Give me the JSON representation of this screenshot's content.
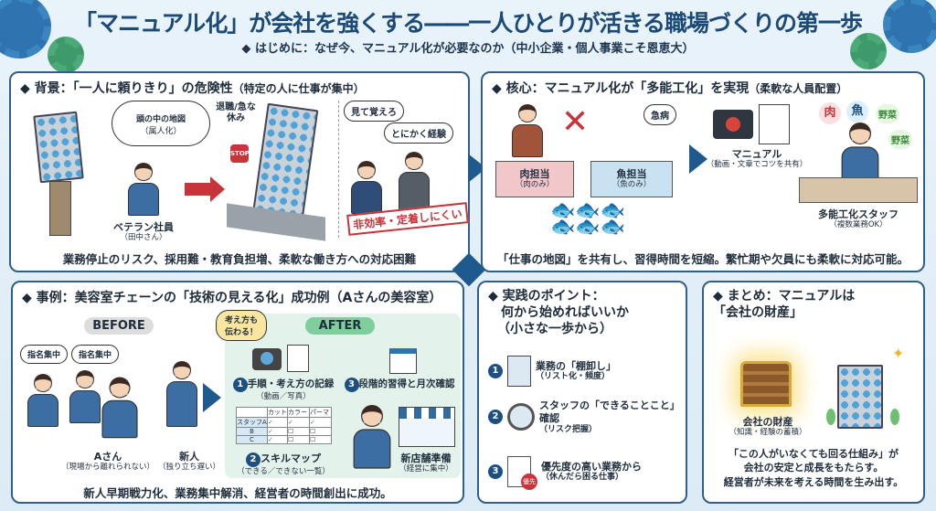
{
  "header": {
    "title": "「マニュアル化」が会社を強くする――一人ひとりが活きる職場づくりの第一歩",
    "subtitle": "◆ はじめに：なぜ今、マニュアル化が必要なのか（中小企業・個人事業こそ恩恵大）"
  },
  "background": {
    "heading": "◆ 背景：「一人に頼りきり」の危険性",
    "heading_note": "（特定の人に仕事が集中）",
    "map_thought": "頭の中の地図",
    "map_note": "（属人化）",
    "veteran": "ベテラン社員",
    "veteran_note": "（田中さん）",
    "leave": "退職/急な休み",
    "stop": "STOP",
    "speech1": "見て覚えろ",
    "speech2": "とにかく経験",
    "stamp": "非効率・定着しにくい",
    "footer": "業務停止のリスク、採用難・教育負担増、柔軟な働き方への対応困難"
  },
  "core": {
    "heading": "◆ 核心：マニュアル化が「多能工化」を実現",
    "heading_note": "（柔軟な人員配置）",
    "meat": "肉担当",
    "meat_note": "（肉のみ）",
    "fish": "魚担当",
    "fish_note": "（魚のみ）",
    "sick": "急病",
    "manual": "マニュアル",
    "manual_note": "（動画・文章でコツを共有）",
    "tags": [
      "肉",
      "魚",
      "野菜",
      "野菜"
    ],
    "staff": "多能工化スタッフ",
    "staff_note": "（複数業務OK）",
    "footer": "「仕事の地図」を共有し、習得時間を短縮。繁忙期や欠員にも柔軟に対応可能。"
  },
  "case": {
    "heading": "◆ 事例：美容室チェーンの「技術の見える化」成功例（Aさんの美容室）",
    "before": "BEFORE",
    "after": "AFTER",
    "nominated": [
      "指名集中",
      "指名集中"
    ],
    "a_san": "Aさん",
    "a_note": "（現場から離れられない）",
    "newbie": "新人",
    "new_note": "（独り立ち遅い）",
    "think": "考え方も伝わる！",
    "step1": "手順・考え方の記録",
    "step1_note": "（動画／写真）",
    "step2": "スキルマップ",
    "step2_note": "（できる／できない一覧）",
    "step3": "段階的習得と月次確認",
    "skill_cols": [
      "",
      "カット",
      "カラー",
      "パーマ"
    ],
    "skill_rows": [
      [
        "スタッフA",
        "✓",
        "✓",
        "✓"
      ],
      [
        "B",
        "✓",
        "☐",
        "☐"
      ],
      [
        "C",
        "✓",
        "☐",
        "☐"
      ]
    ],
    "store": "新店舗準備",
    "store_note": "（経営に集中）",
    "footer": "新人早期戦力化、業務集中解消、経営者の時間創出に成功。"
  },
  "points": {
    "heading": [
      "◆ 実践のポイント：",
      "何から始めればいいか",
      "（小さな一歩から）"
    ],
    "items": [
      {
        "n": "1",
        "t": "業務の「棚卸し」",
        "s": "（リスト化・頻度）"
      },
      {
        "n": "2",
        "t": "スタッフの「できることこと」確認",
        "s": "（リスク把握）"
      },
      {
        "n": "3",
        "t": "優先度の高い業務から",
        "s": "（休んだら困る仕事）"
      }
    ],
    "badge": "優先"
  },
  "summary": {
    "heading": [
      "◆ まとめ：マニュアルは",
      "「会社の財産」"
    ],
    "asset": "会社の財産",
    "asset_note": "（知識・経験の蓄積）",
    "lines": [
      "「この人がいなくても回る仕組み」が",
      "会社の安定と成長をもたらす。",
      "経営者が未来を考える時間を生み出す。"
    ]
  },
  "colors": {
    "navy": "#1c4a78",
    "red": "#c8343a",
    "green": "#5fbf8a"
  }
}
